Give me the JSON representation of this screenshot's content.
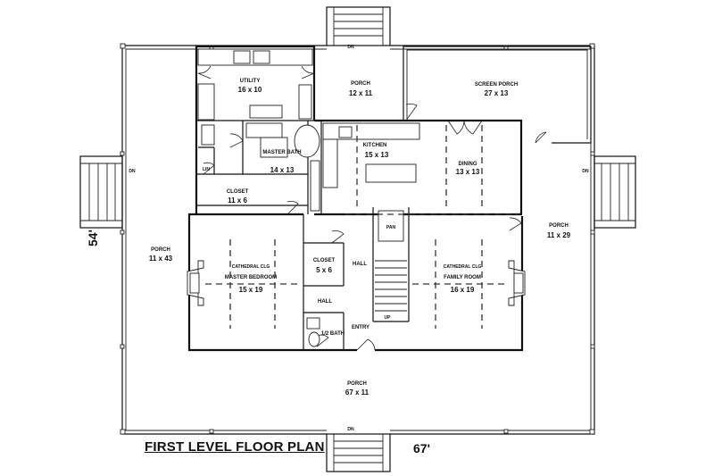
{
  "plan": {
    "title": "FIRST LEVEL FLOOR PLAN",
    "width_dim": "67'",
    "depth_dim": "54'"
  },
  "rooms": {
    "utility": {
      "name": "UTILITY",
      "size": "16 x 10"
    },
    "porch_top": {
      "name": "PORCH",
      "size": "12 x 11"
    },
    "screen_porch": {
      "name": "SCREEN PORCH",
      "size": "27 x 13"
    },
    "master_bath": {
      "name": "MASTER BATH",
      "size": "14 x 13"
    },
    "kitchen": {
      "name": "KITCHEN",
      "size": "15 x 13"
    },
    "dining": {
      "name": "DINING",
      "size": "13 x 13"
    },
    "closet_big": {
      "name": "CLOSET",
      "size": "11 x 6"
    },
    "lin": {
      "name": "LIN"
    },
    "pan": {
      "name": "PAN"
    },
    "porch_left": {
      "name": "PORCH",
      "size": "11 x 43"
    },
    "porch_right": {
      "name": "PORCH",
      "size": "11 x 29"
    },
    "master_bedroom": {
      "ceiling": "CATHEDRAL CLG",
      "name": "MASTER BEDROOM",
      "size": "15 x 19"
    },
    "closet_small": {
      "name": "CLOSET",
      "size": "5 x 6"
    },
    "hall_upper": {
      "name": "HALL"
    },
    "hall_lower": {
      "name": "HALL"
    },
    "family_room": {
      "ceiling": "CATHEDRAL CLG",
      "name": "FAMILY ROOM",
      "size": "16 x 19"
    },
    "half_bath": {
      "name": "1/2 BATH"
    },
    "entry": {
      "name": "ENTRY"
    },
    "porch_bottom": {
      "name": "PORCH",
      "size": "67 x 11"
    }
  },
  "stairs": {
    "down_label": "DN",
    "up_label": "UP"
  }
}
